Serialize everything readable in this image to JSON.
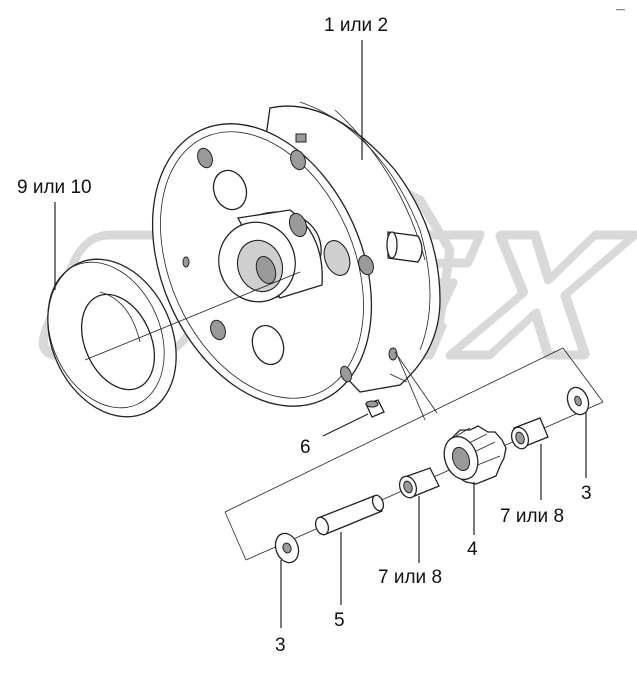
{
  "diagram": {
    "corner_mark": "—",
    "labels": {
      "part_1_or_2": "1 или 2",
      "part_9_or_10": "9 или 10",
      "part_6": "6",
      "part_3_right": "3",
      "part_7_or_8_right": "7 или 8",
      "part_4": "4",
      "part_7_or_8_center": "7 или 8",
      "part_5": "5",
      "part_3_left": "3"
    },
    "watermark_text": "OREX"
  }
}
